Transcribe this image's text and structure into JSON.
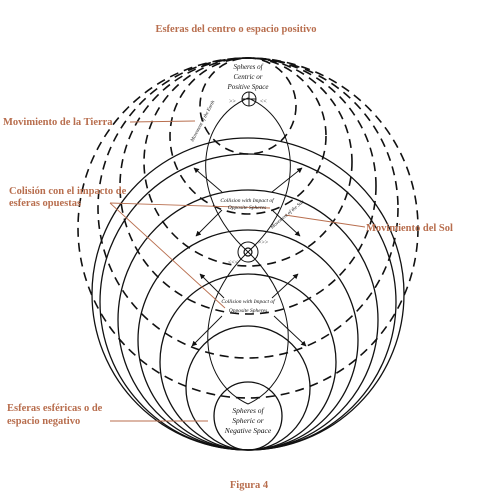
{
  "labels": {
    "top": "Esferas del centro o espacio  positivo",
    "earth_motion": "Movimiento de la Tierra",
    "collision_line1": "Colisión con el impacto de",
    "collision_line2": "esferas opuestas",
    "sun_motion": "Movimiento del Sol",
    "negative_line1": "Esferas esféricas o de",
    "negative_line2": "espacio negativo",
    "caption": "Figura 4"
  },
  "diagram_text": {
    "top_line1": "Spheres of",
    "top_line2": "Centric or",
    "top_line3": "Positive Space",
    "bottom_line1": "Spheres of",
    "bottom_line2": "Spheric or",
    "bottom_line3": "Negative Space",
    "upper_collision_line1": "Collision with Impact of",
    "upper_collision_line2": "Opposite Spheres",
    "lower_collision_line1": "Collision with Impact of",
    "lower_collision_line2": "Opposite Spheres",
    "earth_path": "Movement of the Earth",
    "sun_path": "Movement of the Sun"
  },
  "colors": {
    "label": "#b86e4e",
    "ink": "#111111"
  }
}
